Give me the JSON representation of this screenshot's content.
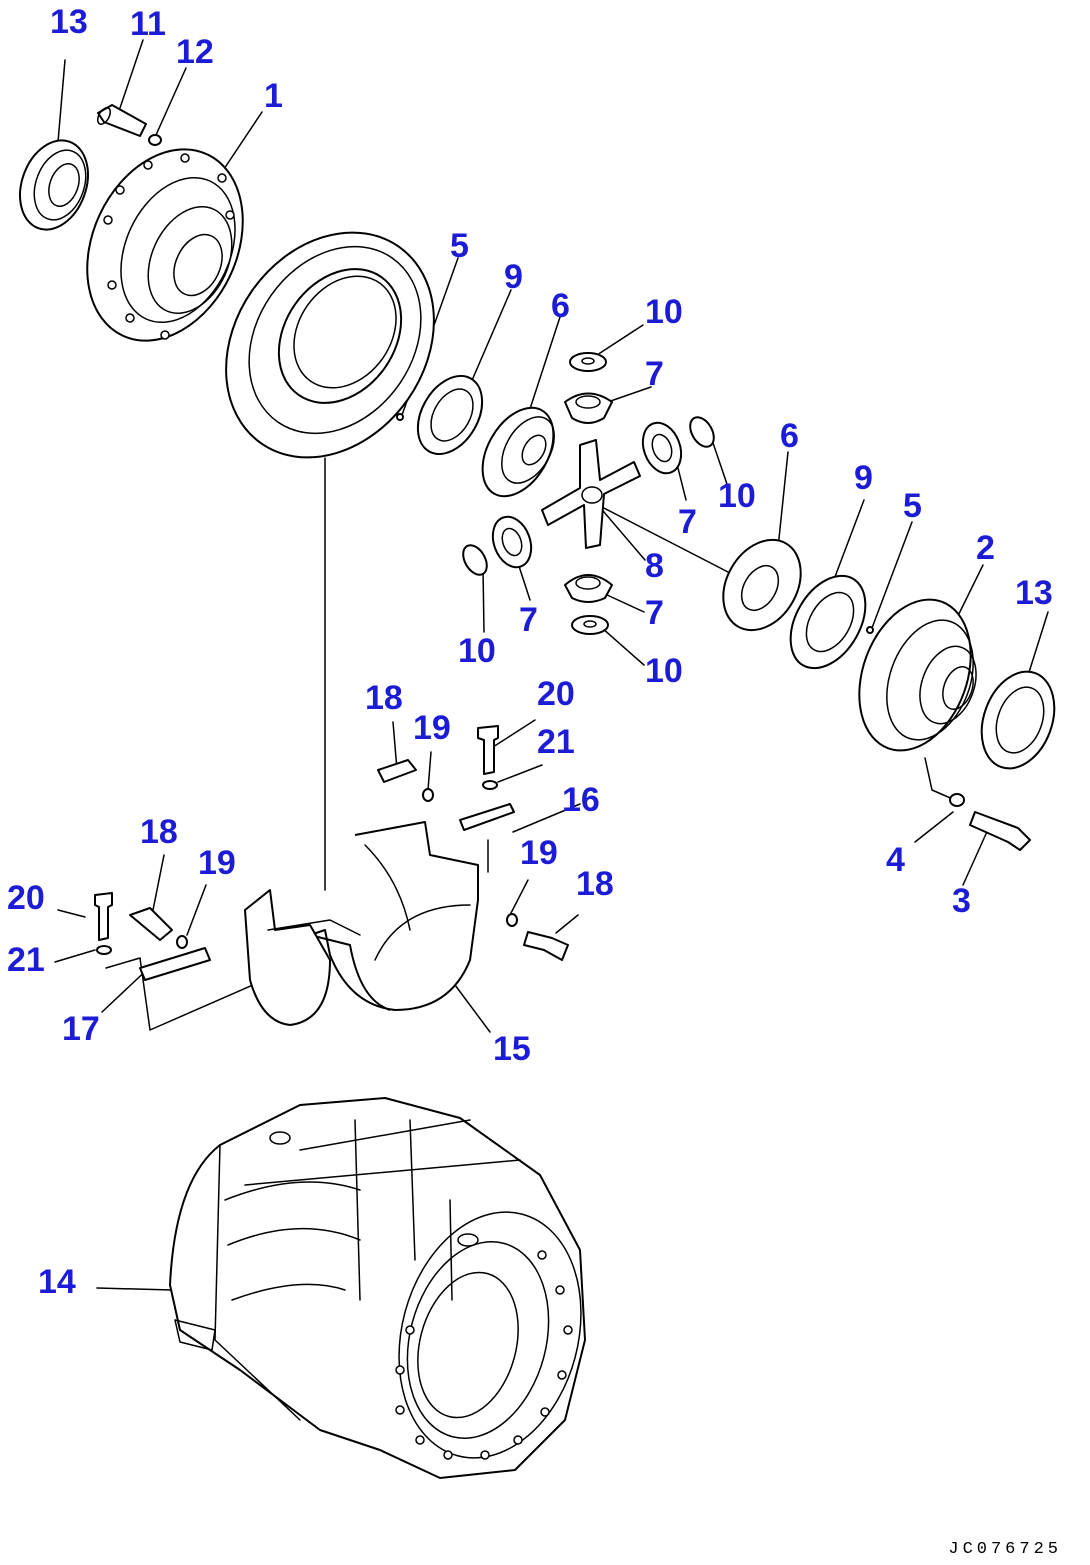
{
  "drawing_id": "JC076725",
  "colors": {
    "callout": "#1c1cd6",
    "line": "#000000",
    "background": "#ffffff"
  },
  "callouts": [
    {
      "id": "c13a",
      "text": "13"
    },
    {
      "id": "c11",
      "text": "11"
    },
    {
      "id": "c12",
      "text": "12"
    },
    {
      "id": "c1",
      "text": "1"
    },
    {
      "id": "c5a",
      "text": "5"
    },
    {
      "id": "c9a",
      "text": "9"
    },
    {
      "id": "c6a",
      "text": "6"
    },
    {
      "id": "c10a",
      "text": "10"
    },
    {
      "id": "c7a",
      "text": "7"
    },
    {
      "id": "c6b",
      "text": "6"
    },
    {
      "id": "c10b",
      "text": "10"
    },
    {
      "id": "c7b",
      "text": "7"
    },
    {
      "id": "c9b",
      "text": "9"
    },
    {
      "id": "c5b",
      "text": "5"
    },
    {
      "id": "c2",
      "text": "2"
    },
    {
      "id": "c13b",
      "text": "13"
    },
    {
      "id": "c8",
      "text": "8"
    },
    {
      "id": "c7c",
      "text": "7"
    },
    {
      "id": "c7d",
      "text": "7"
    },
    {
      "id": "c10c",
      "text": "10"
    },
    {
      "id": "c10d",
      "text": "10"
    },
    {
      "id": "c18a",
      "text": "18"
    },
    {
      "id": "c19a",
      "text": "19"
    },
    {
      "id": "c20a",
      "text": "20"
    },
    {
      "id": "c21a",
      "text": "21"
    },
    {
      "id": "c16",
      "text": "16"
    },
    {
      "id": "c4",
      "text": "4"
    },
    {
      "id": "c3",
      "text": "3"
    },
    {
      "id": "c18b",
      "text": "18"
    },
    {
      "id": "c19b",
      "text": "19"
    },
    {
      "id": "c20b",
      "text": "20"
    },
    {
      "id": "c21b",
      "text": "21"
    },
    {
      "id": "c19c",
      "text": "19"
    },
    {
      "id": "c18c",
      "text": "18"
    },
    {
      "id": "c17",
      "text": "17"
    },
    {
      "id": "c15",
      "text": "15"
    },
    {
      "id": "c14",
      "text": "14"
    }
  ]
}
